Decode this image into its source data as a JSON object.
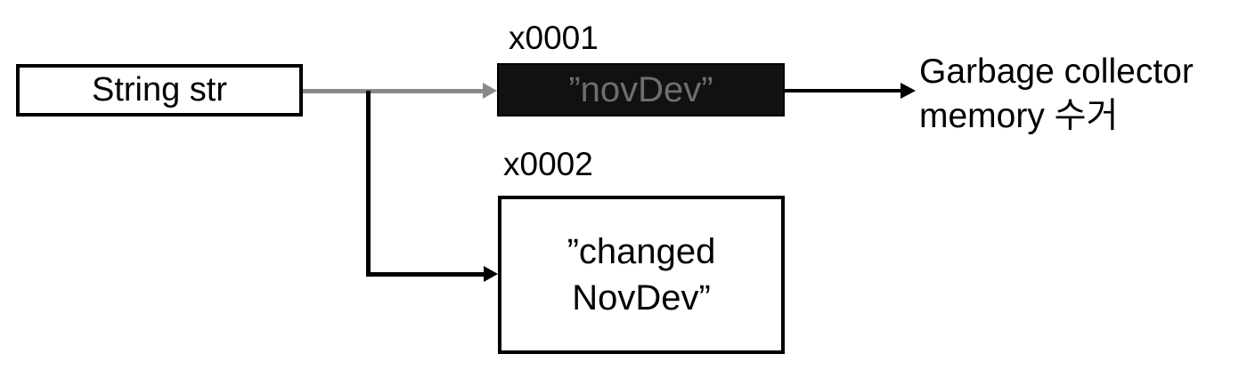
{
  "diagram": {
    "title": "java-string-immutability-diagram",
    "string_box": {
      "label": "String str"
    },
    "heap1": {
      "address": "x0001",
      "value": "”novDev”"
    },
    "heap2": {
      "address": "x0002",
      "value_line1": "”changed",
      "value_line2": "NovDev”"
    },
    "gc_note": {
      "line1": "Garbage collector",
      "line2": "memory 수거"
    },
    "colors": {
      "arrow-gray": "#8a8a8a",
      "heap1-fill": "#111111",
      "heap1-text": "#6e6e6e"
    }
  }
}
